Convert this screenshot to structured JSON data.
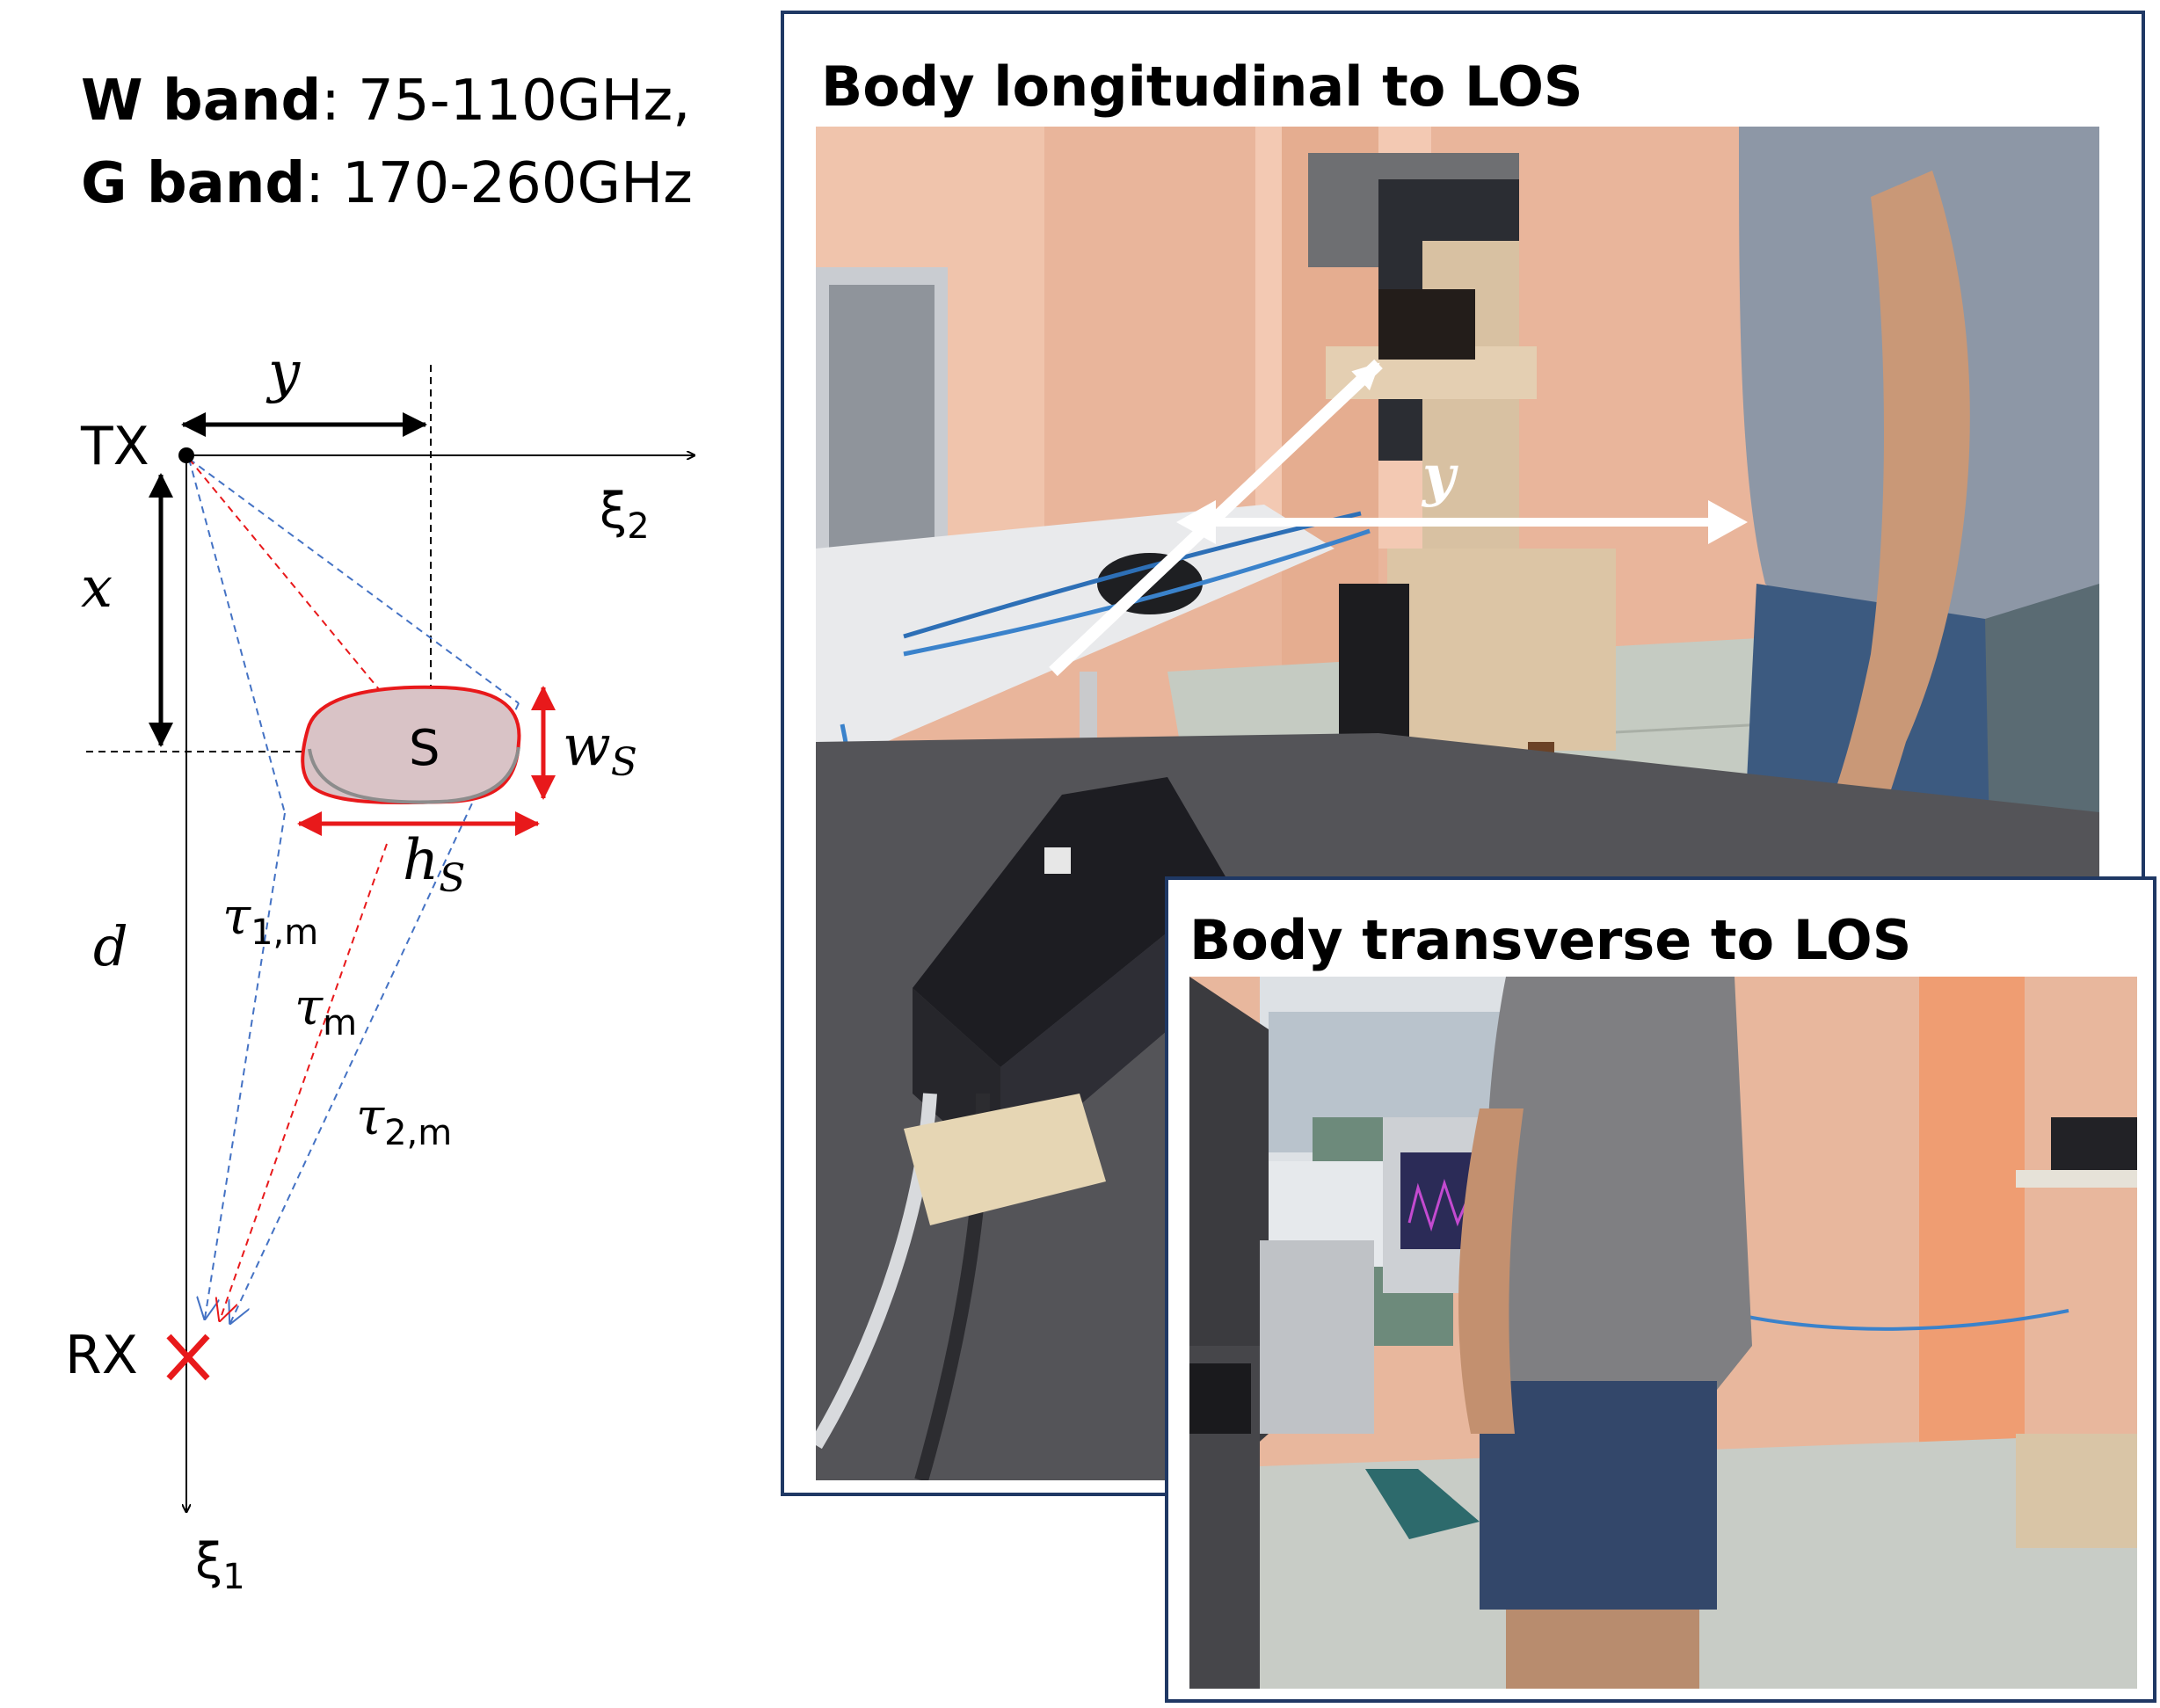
{
  "bands": [
    {
      "name": "W band",
      "range": ": 75-110GHz,"
    },
    {
      "name": "G band",
      "range": ": 170-260GHz"
    }
  ],
  "diagram": {
    "tx_label": "TX",
    "rx_label": "RX",
    "axis_xi2": "ξ",
    "axis_xi2_sub": "2",
    "axis_xi1": "ξ",
    "axis_xi1_sub": "1",
    "x_label": "x",
    "y_label": "y",
    "d_label": "d",
    "s_label": "S",
    "ws_label": "w",
    "ws_sub": "S",
    "hs_label": "h",
    "hs_sub": "S",
    "tau1_label": "τ",
    "tau1_sub": "1,m",
    "taum_label": "τ",
    "taum_sub": "m",
    "tau2_label": "τ",
    "tau2_sub": "2,m",
    "colors": {
      "red": "#e8191b",
      "blue": "#4472c4",
      "blob_fill": "#d9c3c6",
      "frame": "#1f3864"
    }
  },
  "photos": {
    "longitudinal": {
      "title": "Body longitudinal  to LOS",
      "y_label": "y"
    },
    "transverse": {
      "title": "Body transverse  to LOS"
    }
  }
}
